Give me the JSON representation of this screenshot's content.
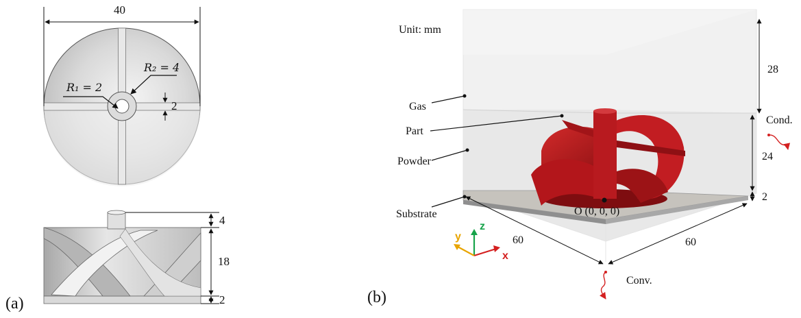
{
  "panel_a": {
    "label": "(a)",
    "top_view": {
      "diameter": "40",
      "r1_label": "R₁ = 2",
      "r2_label": "R₂ = 4",
      "blade_width": "2"
    },
    "side_view": {
      "hub_height": "4",
      "blade_height": "18",
      "base_height": "2"
    }
  },
  "panel_b": {
    "label": "(b)",
    "unit": "Unit: mm",
    "regions": {
      "gas": "Gas",
      "part": "Part",
      "powder": "Powder",
      "substrate": "Substrate"
    },
    "origin": "O (0, 0, 0)",
    "dims": {
      "gas_height": "28",
      "powder_height": "24",
      "substrate_height": "2",
      "width_left": "60",
      "width_right": "60"
    },
    "boundary": {
      "cond": "Cond.",
      "conv": "Conv."
    },
    "axes": {
      "x": "x",
      "y": "y",
      "z": "z",
      "x_color": "#d42020",
      "y_color": "#e8a400",
      "z_color": "#16a34a"
    },
    "part_color": "#b3161b"
  }
}
